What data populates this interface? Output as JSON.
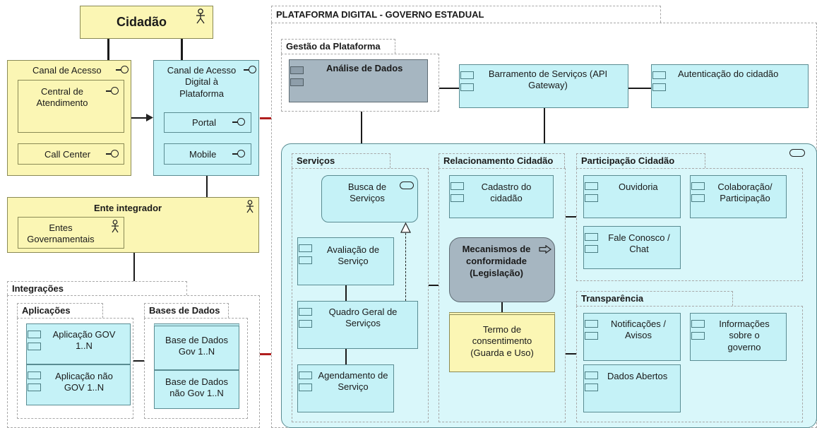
{
  "cidadao": {
    "label": "Cidadão"
  },
  "canal_acesso": {
    "label": "Canal de Acesso",
    "central": "Central de Atendimento",
    "call_center": "Call Center"
  },
  "canal_digital": {
    "label": "Canal de Acesso Digital à Plataforma",
    "portal": "Portal",
    "mobile": "Mobile"
  },
  "ente": {
    "label": "Ente integrador",
    "entes": "Entes Governamentais"
  },
  "integracoes": {
    "label": "Integrações",
    "aplicacoes": {
      "label": "Aplicações",
      "gov": "Aplicação GOV 1..N",
      "nao_gov": "Aplicação não GOV 1..N"
    },
    "bases": {
      "label": "Bases de Dados",
      "gov": "Base de Dados Gov 1..N",
      "nao_gov": "Base de Dados não Gov 1..N"
    }
  },
  "plataforma": {
    "label": "PLATAFORMA DIGITAL - GOVERNO ESTADUAL"
  },
  "gestao": {
    "label": "Gestão da Plataforma",
    "analise": "Análise de Dados"
  },
  "barramento": "Barramento de Serviços (API Gateway)",
  "autenticacao": "Autenticação do cidadão",
  "servicos": {
    "label": "Serviços",
    "busca": "Busca de Serviços",
    "avaliacao": "Avaliação de Serviço",
    "quadro": "Quadro Geral de Serviços",
    "agendamento": "Agendamento de Serviço"
  },
  "relacionamento": {
    "label": "Relacionamento Cidadão",
    "cadastro": "Cadastro do cidadão",
    "mecanismos": "Mecanismos de conformidade (Legislação)",
    "termo": "Termo de consentimento (Guarda e Uso)"
  },
  "participacao": {
    "label": "Participação Cidadão",
    "ouvidoria": "Ouvidoria",
    "colaboracao": "Colaboração/ Participação",
    "fale": "Fale Conosco / Chat"
  },
  "transparencia": {
    "label": "Transparência",
    "notificacoes": "Notificações / Avisos",
    "informacoes": "Informações sobre o governo",
    "dados_abertos": "Dados Abertos"
  }
}
